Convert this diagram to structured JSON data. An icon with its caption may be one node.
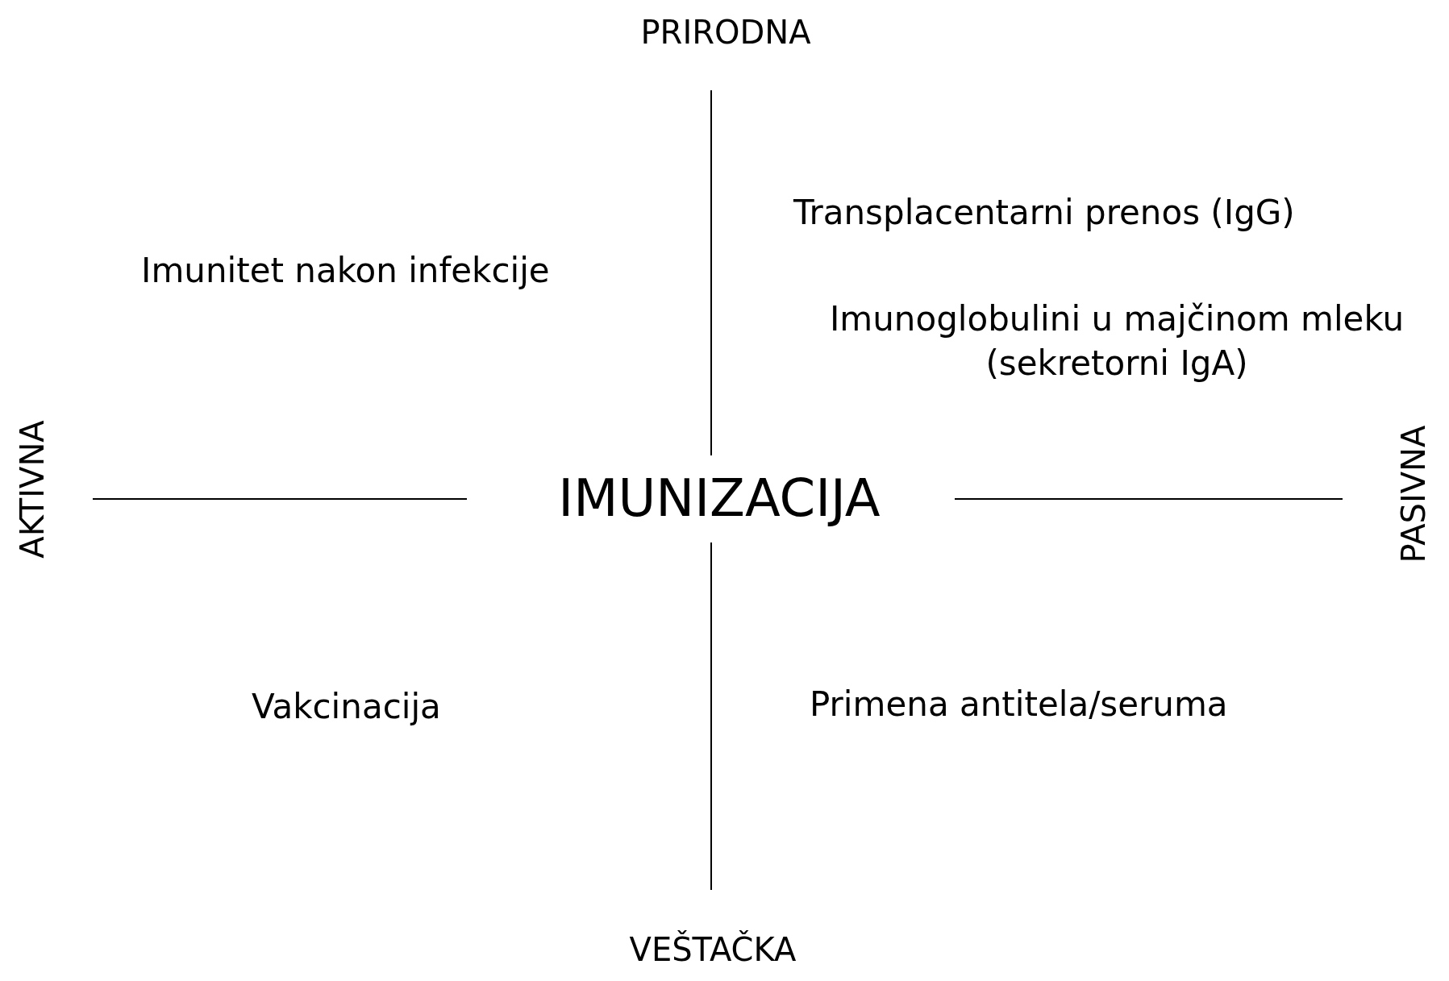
{
  "diagram": {
    "title": "IMUNIZACIJA",
    "labels": [
      "PRIRODNA",
      "Transplacentarni prenos (IgG)",
      "Imunitet nakon infekcije",
      "Imunoglobulini u majčinom mleku (sekretorni IgA)",
      "AKTIVNA",
      "PASIVNA",
      "Vakcinacija",
      "Primena antitela/seruma",
      "VEŠTAČKA"
    ]
  }
}
